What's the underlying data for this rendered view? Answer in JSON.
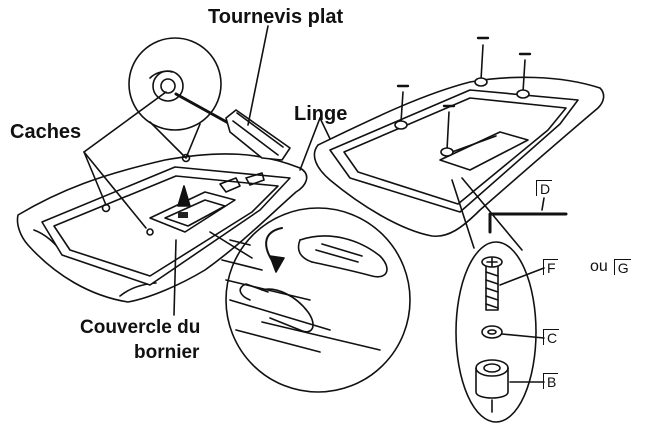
{
  "labels": {
    "tournevis": "Tournevis plat",
    "linge": "Linge",
    "caches": "Caches",
    "couvercle_line1": "Couvercle du",
    "couvercle_line2": "bornier"
  },
  "parts": {
    "D": "D",
    "F": "F",
    "ou": "ou",
    "G": "G",
    "C": "C",
    "B": "B"
  }
}
